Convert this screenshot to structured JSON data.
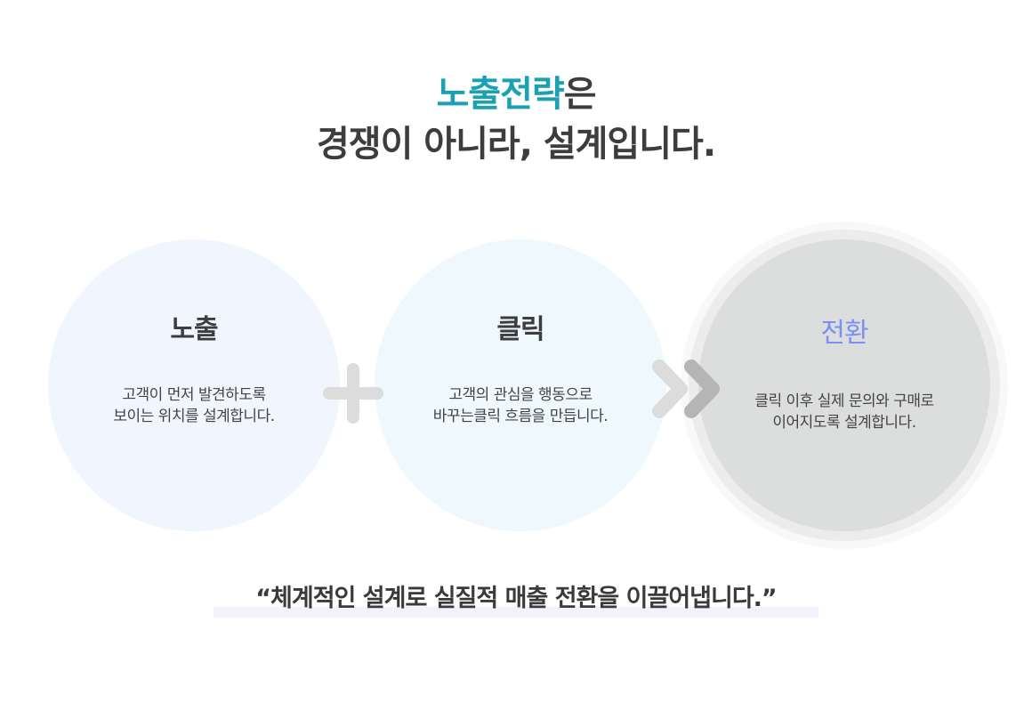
{
  "headline": {
    "line1_accent": "노출전략",
    "line1_rest": "은",
    "line2": "경쟁이 아니라, 설계입니다.",
    "accent_color": "#1ba1b3"
  },
  "steps": [
    {
      "title": "노출",
      "desc_lines": [
        "고객이 먼저 발견하도록",
        "보이는 위치를 설계합니다."
      ],
      "bg_color": "#f1f5fe"
    },
    {
      "title": "클릭",
      "desc_lines": [
        "고객의 관심을 행동으로",
        "바꾸는클릭 흐름을 만듭니다."
      ],
      "bg_color": "#eef8fd"
    },
    {
      "title": "전환",
      "desc_lines": [
        "클릭 이후 실제 문의와 구매로",
        "이어지도록 설계합니다."
      ],
      "bg_color": "#dcdddd",
      "title_color": "#7b8ff7"
    }
  ],
  "connectors": {
    "first": "plus-icon",
    "second": "double-chevron-right-icon"
  },
  "tagline": {
    "text": "“체계적인 설계로 실질적 매출 전환을 이끌어냅니다.”",
    "highlight_color": "#f2f2fc"
  }
}
